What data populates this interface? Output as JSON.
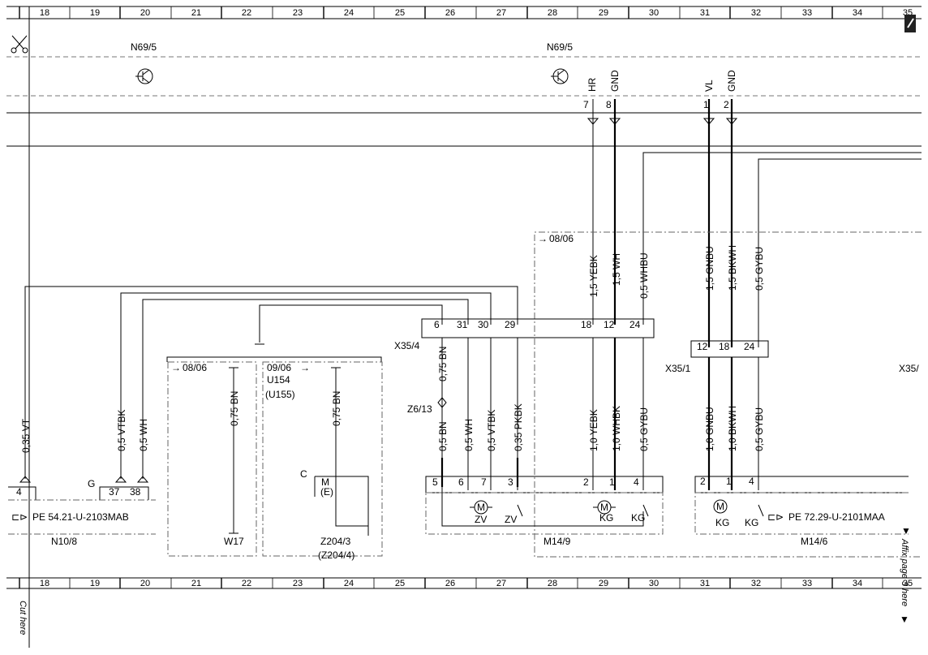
{
  "grid": {
    "top_numbers": [
      "18",
      "19",
      "20",
      "21",
      "22",
      "23",
      "24",
      "25",
      "26",
      "27",
      "28",
      "29",
      "30",
      "31",
      "32",
      "33",
      "34",
      "35"
    ],
    "bottom_numbers": [
      "18",
      "19",
      "20",
      "21",
      "22",
      "23",
      "24",
      "25",
      "26",
      "27",
      "28",
      "29",
      "30",
      "31",
      "32",
      "33",
      "34",
      "35"
    ]
  },
  "side_text": {
    "cut_here": "Cut here",
    "affix_here": "Affix page 3 here"
  },
  "components": {
    "n69_left": "N69/5",
    "n69_right": "N69/5",
    "n10_8": "N10/8",
    "pe_left": "PE 54.21-U-2103MAB",
    "pe_right": "PE 72.29-U-2101MAA",
    "w17": "W17",
    "z204_3": "Z204/3",
    "z204_4": "(Z204/4)",
    "x35_4": "X35/4",
    "x35_1": "X35/1",
    "x35_right": "X35/",
    "z6_13": "Z6/13",
    "m14_9": "M14/9",
    "m14_6": "M14/6",
    "m_label": "M",
    "e_label": "(E)",
    "c_label": "C",
    "g_label": "G",
    "u154": "U154",
    "u155": "(U155)",
    "zv": "ZV",
    "kg": "KG",
    "motor_m": "M"
  },
  "dates": {
    "d1": "08/06",
    "d2": "08/06",
    "d3": "09/06",
    "arrow": "→"
  },
  "signals": {
    "hr": "HR",
    "gnd": "GND",
    "vl": "VL",
    "gnd2": "GND"
  },
  "pins": {
    "p7": "7",
    "p8": "8",
    "p1": "1",
    "p2": "2",
    "x354": [
      "6",
      "31",
      "30",
      "29",
      "18",
      "12",
      "24"
    ],
    "x351": [
      "12",
      "18",
      "24"
    ],
    "m149": [
      "5",
      "6",
      "7",
      "3",
      "2",
      "1",
      "4"
    ],
    "m146": [
      "2",
      "1",
      "4"
    ],
    "n108": [
      "4",
      "37",
      "38"
    ]
  },
  "wires": {
    "w035vt": "0,35 VT",
    "w05vtbk_l": "0,5 VTBK",
    "w05wh_l": "0,5 WH",
    "w075bn_a": "0,75 BN",
    "w075bn_b": "0,75 BN",
    "w075bn_c": "0,75 BN",
    "w05bn": "0,5 BN",
    "w05wh": "0,5 WH",
    "w05vtbk": "0,5 VTBK",
    "w035pkbk": "0,35 PKBK",
    "w15yebk": "1,5 YEBK",
    "w15wh": "1,5 WH",
    "w05whbu": "0,5 WHBU",
    "w10yebk": "1,0 YEBK",
    "w10whbk": "1,0 WHBK",
    "w05gybu": "0,5 GYBU",
    "w15gnbu": "1,5 GNBU",
    "w15bkwh": "1,5 BKWH",
    "w05gybu2": "0,5 GYBU",
    "w10gnbu": "1,0 GNBU",
    "w10bkwh": "1,0 BKWH",
    "w05gybu3": "0,5 GYBU"
  }
}
